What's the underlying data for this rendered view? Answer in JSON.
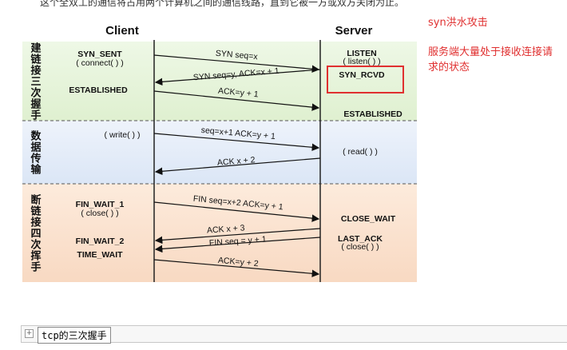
{
  "page": {
    "top_text": "这个全双工的通信将占用两个计算机之间的通信线路，直到它被一方或双方关闭为止。"
  },
  "diagram": {
    "header": {
      "client": "Client",
      "server": "Server"
    },
    "phases": [
      {
        "label": "建链接三次握手"
      },
      {
        "label": "数据传输"
      },
      {
        "label": "断链接四次挥手"
      }
    ],
    "client_states": {
      "syn_sent": "SYN_SENT",
      "connect": "( connect( ) )",
      "established": "ESTABLISHED",
      "write": "( write( ) )",
      "fin_wait_1": "FIN_WAIT_1",
      "close": "( close( ) )",
      "fin_wait_2": "FIN_WAIT_2",
      "time_wait": "TIME_WAIT"
    },
    "server_states": {
      "listen": "LISTEN",
      "listen_call": "( listen( ) )",
      "syn_rcvd": "SYN_RCVD",
      "established": "ESTABLISHED",
      "read": "( read( ) )",
      "close_wait": "CLOSE_WAIT",
      "last_ack": "LAST_ACK",
      "close": "( close( ) )"
    },
    "messages": [
      "SYN seq=x",
      "SYN seq=y, ACK=x + 1",
      "ACK=y + 1",
      "seq=x+1 ACK=y + 1",
      "ACK x + 2",
      "FIN seq=x+2 ACK=y + 1",
      "ACK x + 3",
      "FIN seq = y + 1",
      "ACK=y + 2"
    ],
    "highlight_color": "#e03030"
  },
  "annotations": {
    "title": "syn洪水攻击",
    "note": "服务端大量处于接收连接请求的状态"
  },
  "caption": {
    "label": "tcp的三次握手"
  }
}
